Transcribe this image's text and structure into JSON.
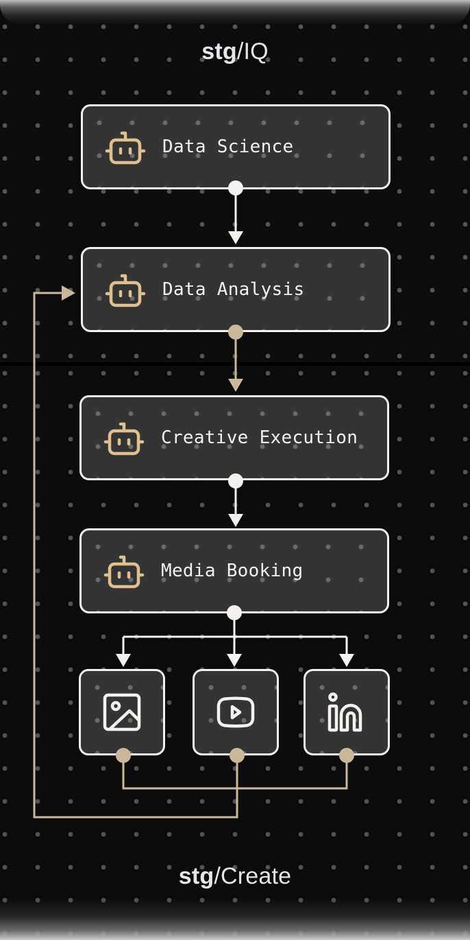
{
  "header": {
    "brand_bold": "stg",
    "brand_rest": "/IQ"
  },
  "footer": {
    "brand_bold": "stg",
    "brand_rest": "/Create"
  },
  "nodes": [
    {
      "id": "data-science",
      "label": "Data Science",
      "icon": "robot-icon"
    },
    {
      "id": "data-analysis",
      "label": "Data Analysis",
      "icon": "robot-icon"
    },
    {
      "id": "creative-execution",
      "label": "Creative Execution",
      "icon": "robot-icon"
    },
    {
      "id": "media-booking",
      "label": "Media Booking",
      "icon": "robot-icon"
    }
  ],
  "channels": [
    {
      "id": "image",
      "icon": "image-icon"
    },
    {
      "id": "youtube",
      "icon": "youtube-icon"
    },
    {
      "id": "linkedin",
      "icon": "linkedin-icon"
    }
  ],
  "colors": {
    "background": "#0b0b0b",
    "node_fill": "#343434",
    "node_border": "#f4f2ee",
    "accent_beige": "#cbb89c",
    "robot_icon": "#e0c08f",
    "dot_grid": "#545454"
  }
}
